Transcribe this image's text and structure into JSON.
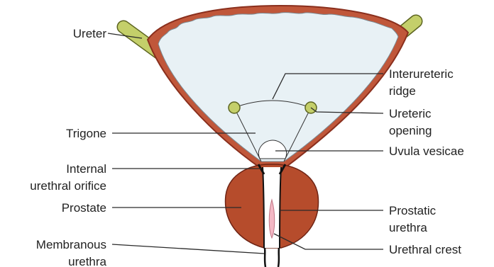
{
  "colors": {
    "bladder_wall": "#c0573a",
    "bladder_wall_edge": "#8a2f1d",
    "bladder_lumen": "#e8f1f5",
    "ureter": "#c4cf6a",
    "ureter_edge": "#5c6420",
    "prostate": "#b64c2c",
    "prostate_edge": "#6e2415",
    "urethral_crest": "#f3b7c4",
    "leader": "#2a2a2a"
  },
  "labels": {
    "ureter": "Ureter",
    "interureteric_ridge_1": "Interureteric",
    "interureteric_ridge_2": "ridge",
    "ureteric_opening_1": "Ureteric",
    "ureteric_opening_2": "opening",
    "trigone": "Trigone",
    "uvula_vesicae": "Uvula vesicae",
    "internal_urethral_orifice_1": "Internal",
    "internal_urethral_orifice_2": "urethral orifice",
    "prostate": "Prostate",
    "prostatic_urethra_1": "Prostatic",
    "prostatic_urethra_2": "urethra",
    "membranous_urethra_1": "Membranous",
    "membranous_urethra_2": "urethra",
    "urethral_crest": "Urethral crest"
  }
}
